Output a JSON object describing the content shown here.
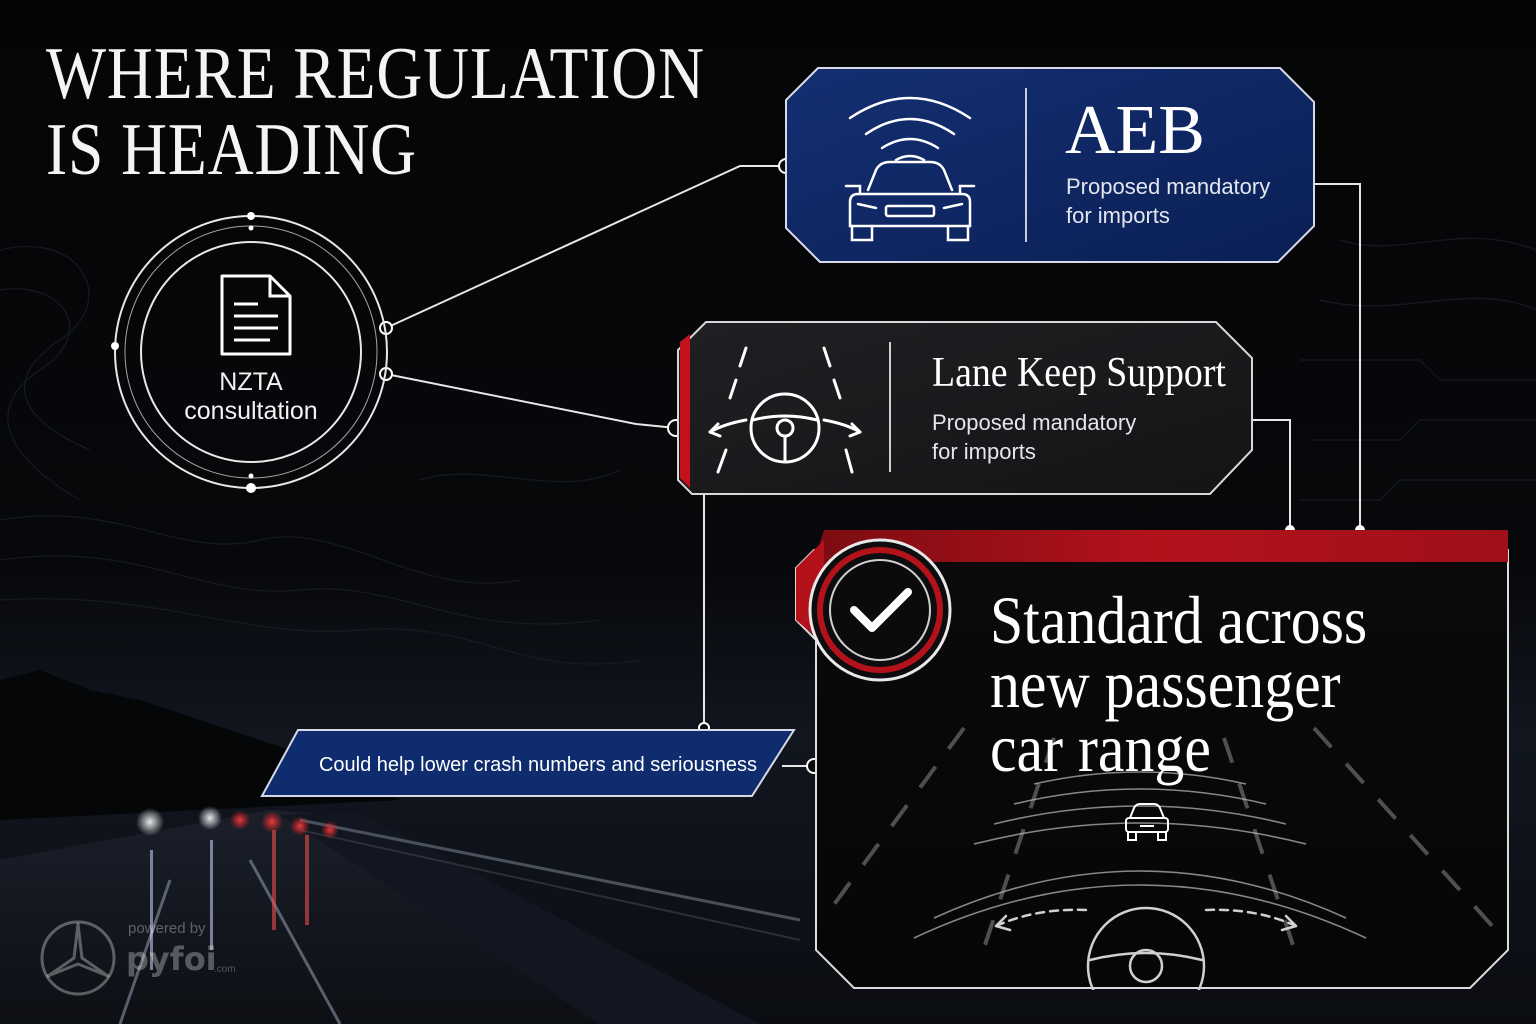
{
  "title": {
    "line1": "WHERE REGULATION",
    "line2": "IS HEADING"
  },
  "source": {
    "line1": "NZTA",
    "line2": "consultation",
    "icon": "document-icon"
  },
  "features": [
    {
      "title": "AEB",
      "description_line1": "Proposed mandatory",
      "description_line2": "for imports",
      "icon": "car-radar-icon",
      "accent_color": "#0d2a66"
    },
    {
      "title": "Lane Keep Support",
      "description_line1": "Proposed mandatory",
      "description_line2": "for imports",
      "icon": "lane-steering-icon",
      "accent_color": "#c3121c"
    }
  ],
  "outcome": {
    "line1": "Standard across",
    "line2": "new passenger",
    "line3": "car range",
    "icon": "checkmark-icon",
    "accent_color": "#b3121b"
  },
  "callout": {
    "text": "Could help lower crash numbers and seriousness",
    "accent_color": "#0e2c6e"
  },
  "watermark": {
    "powered": "powered by",
    "brand": "pyfoi",
    "suffix": ".com",
    "logo": "three-pointed-star-icon"
  }
}
